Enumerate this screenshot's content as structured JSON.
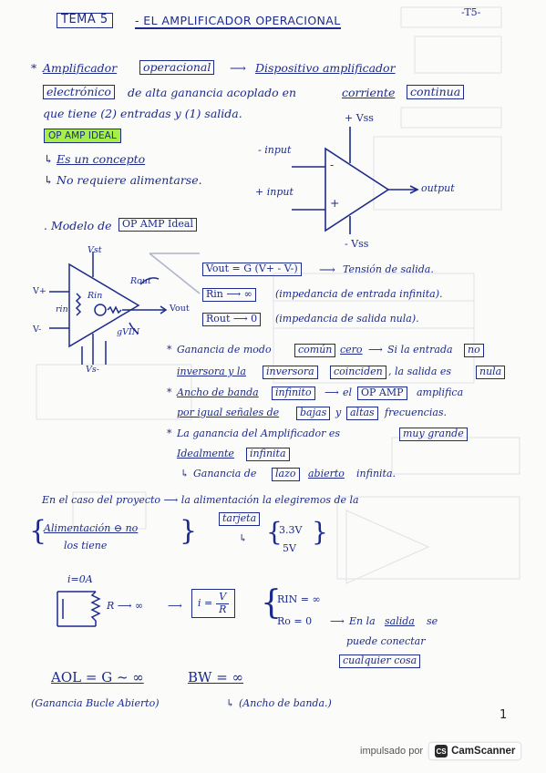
{
  "header": {
    "tema": "TEMA 5",
    "title": "- EL AMPLIFICADOR OPERACIONAL",
    "page_mark": "-T5-"
  },
  "intro": {
    "bullet": "*",
    "l1_a": "Amplificador",
    "l1_b": "operacional",
    "l1_c": "Dispositivo amplificador",
    "l2_a": "electrónico",
    "l2_b": "de alta ganancia acoplado en",
    "l2_c": "corriente",
    "l2_d": "continua",
    "l3": "que tiene (2) entradas y (1) salida."
  },
  "ideal": {
    "label": "OP AMP IDEAL",
    "l1": "Es un concepto",
    "l2": "No requiere alimentarse."
  },
  "diagram1": {
    "vss_top": "+ Vss",
    "in_minus": "- input",
    "in_plus": "+ input",
    "output": "output",
    "vss_bottom": "- Vss",
    "minus_sign": "-",
    "plus_sign": "+"
  },
  "modelo": {
    "label_a": ". Modelo de",
    "label_b": "OP AMP Ideal"
  },
  "diagram2": {
    "vst": "Vst",
    "vplus": "V+",
    "vminus": "V-",
    "vs_minus": "Vs-",
    "rout": "Rout",
    "rin": "Rin",
    "rin_left": "rin",
    "vout": "Vout",
    "gvin": "gVIN"
  },
  "equations": {
    "vout": "Vout = G (V+ - V-)",
    "vout_note": "Tensión de salida.",
    "rin": "Rin ⟶ ∞",
    "rin_note": "(impedancia de entrada infinita).",
    "rout": "Rout ⟶ 0",
    "rout_note": "(impedancia de salida nula)."
  },
  "props": {
    "p1_a": "Ganancia de modo",
    "p1_b": "común",
    "p1_c": "cero",
    "p1_d": "Si la entrada",
    "p1_e": "no",
    "p2_a": "inversora y la",
    "p2_b": "inversora",
    "p2_c": "coinciden",
    "p2_d": ", la salida es",
    "p2_e": "nula",
    "p3_a": "Ancho de banda",
    "p3_b": "infinito",
    "p3_c": "el",
    "p3_d": "OP AMP",
    "p3_e": "amplifica",
    "p4_a": "por igual señales de",
    "p4_b": "bajas",
    "p4_c": "y",
    "p4_d": "altas",
    "p4_e": "frecuencias.",
    "p5_a": "La ganancia del Amplificador es",
    "p5_b": "muy grande",
    "p6_a": "Idealmente",
    "p6_b": "infinita",
    "p7_a": "Ganancia de",
    "p7_b": "lazo",
    "p7_c": "abierto",
    "p7_d": "infinita."
  },
  "proyecto": {
    "l1": "En el caso del proyecto ⟶ la alimentación la elegiremos de la",
    "l2": "tarjeta",
    "brace_l1": "Alimentación ⊖ no",
    "brace_l2": "los tiene",
    "arrow": "↳",
    "v1": "3.3V",
    "v2": "5V"
  },
  "resist": {
    "i_label": "i=0A",
    "r_label": "R ⟶ ∞",
    "frac_num": "V",
    "frac_den": "R",
    "i_eq": "i =",
    "rin_eq": "RIN = ∞",
    "ro_eq": "Ro = 0",
    "ro_note": "En la",
    "ro_salida": "salida",
    "ro_se": "se",
    "ro_l2": "puede conectar",
    "ro_l3": "cualquier cosa"
  },
  "bottom": {
    "aol": "AOL = G ~ ∞",
    "aol_note": "(Ganancia Bucle Abierto)",
    "bw": "BW = ∞",
    "bw_note": "(Ancho de banda.)",
    "page_number": "1"
  },
  "footer": {
    "powered": "impulsado por",
    "brand_icon": "CS",
    "brand": "CamScanner"
  },
  "colors": {
    "ink": "#1c2a8c",
    "highlight": "#a6ef4a",
    "paper": "#fbfbfa"
  }
}
